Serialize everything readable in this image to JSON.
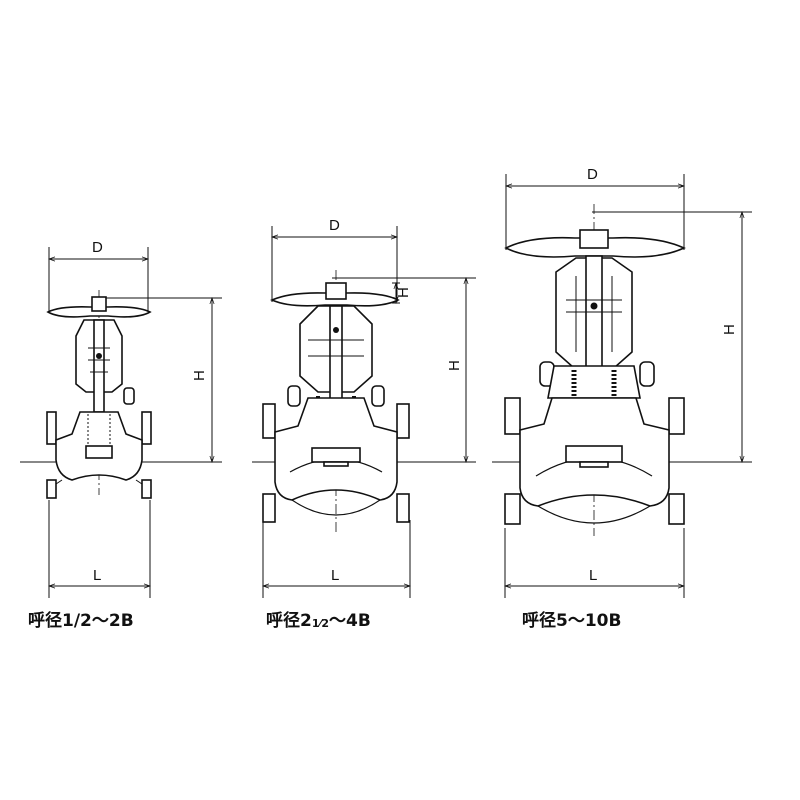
{
  "labels": {
    "diameter": "D",
    "height": "H",
    "length": "L"
  },
  "valves": [
    {
      "id": "small",
      "caption_prefix": "呼径1/2",
      "caption_frac": "",
      "caption_suffix": "～2B"
    },
    {
      "id": "medium",
      "caption_prefix": "呼径2",
      "caption_frac": "1⁄2",
      "caption_suffix": "～4B"
    },
    {
      "id": "large",
      "caption_prefix": "呼径5",
      "caption_frac": "",
      "caption_suffix": "～10B"
    }
  ]
}
